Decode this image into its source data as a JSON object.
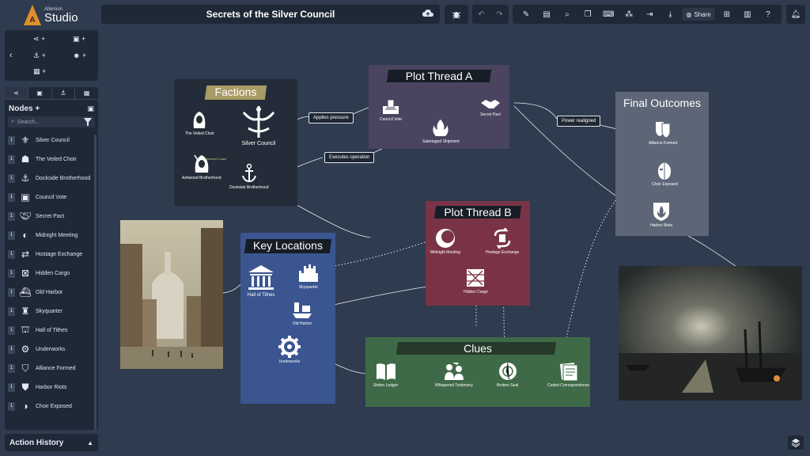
{
  "app": {
    "logo_small": "Allemion",
    "logo_main": "Studio",
    "logo_letter": "A"
  },
  "header": {
    "title": "Secrets of the Silver Council",
    "share_label": "Share"
  },
  "sidebar": {
    "tabs_heading": "Nodes",
    "search_placeholder": "Search...",
    "items": [
      {
        "count": "1",
        "label": "Silver Council",
        "icon": "silver-council-icon"
      },
      {
        "count": "1",
        "label": "The Veiled Choir",
        "icon": "hooded-figure-icon"
      },
      {
        "count": "1",
        "label": "Dockside Brotherhood",
        "icon": "anchor-icon"
      },
      {
        "count": "1",
        "label": "Council Vote",
        "icon": "ballot-icon"
      },
      {
        "count": "1",
        "label": "Secret Pact",
        "icon": "handshake-icon"
      },
      {
        "count": "1",
        "label": "Midnight Meeting",
        "icon": "crescent-moon-icon"
      },
      {
        "count": "1",
        "label": "Hostage Exchange",
        "icon": "exchange-icon"
      },
      {
        "count": "1",
        "label": "Hidden Cargo",
        "icon": "crate-icon"
      },
      {
        "count": "1",
        "label": "Old Harbor",
        "icon": "harbor-icon"
      },
      {
        "count": "1",
        "label": "Skyquarter",
        "icon": "castle-icon"
      },
      {
        "count": "1",
        "label": "Hall of Tithes",
        "icon": "temple-icon"
      },
      {
        "count": "1",
        "label": "Underworks",
        "icon": "gear-icon"
      },
      {
        "count": "1",
        "label": "Alliance Formed",
        "icon": "shields-icon"
      },
      {
        "count": "1",
        "label": "Harbor Riots",
        "icon": "fire-shield-icon"
      },
      {
        "count": "1",
        "label": "Choir Exposed",
        "icon": "mask-icon"
      }
    ],
    "history_label": "Action History"
  },
  "canvas": {
    "groups": {
      "factions": "Factions",
      "plot_a": "Plot Thread A",
      "plot_b": "Plot Thread B",
      "locations": "Key Locations",
      "clues": "Clues",
      "outcomes": "Final Outcomes"
    },
    "nodes": {
      "veiled_choir": "The Veiled Choir",
      "silver_council": "Silver Council",
      "ashwood": "Ashwood Brotherhood",
      "ashwood_tag": "Ashwood Coast",
      "dockside": "Dockside Brotherhood",
      "council_vote": "Council Vote",
      "secret_pact": "Secret Pact",
      "sabotaged_shipment": "Sabotaged Shipment",
      "midnight_meeting": "Midnight Meeting",
      "hostage_exchange": "Hostage Exchange",
      "hidden_cargo": "Hidden Cargo",
      "hall_of_tithes": "Hall of Tithes",
      "skyquarter": "Skyquarter",
      "old_harbor": "Old Harbor",
      "underworks": "Underworks",
      "stolen_ledger": "Stolen Ledger",
      "whispered_testimony": "Whispered Testimony",
      "broken_seal": "Broken Seal",
      "coded_correspondence": "Coded Correspondence",
      "alliance_formed": "Alliance Formed",
      "choir_exposed": "Choir Exposed",
      "harbor_riots": "Harbor Riots"
    },
    "edge_labels": {
      "applies_pressure": "Applies pressure",
      "executes_operation": "Executes operation",
      "power_realigned": "Power realigned"
    }
  },
  "colors": {
    "canvas_bg": "#2f3b4f",
    "factions_bg": "#232c38",
    "plot_a_bg": "#4a4460",
    "plot_b_bg": "#7a3346",
    "locations_bg": "#3a5590",
    "clues_bg": "#3f6a47",
    "outcomes_bg": "#5d6677",
    "accent": "#e0902a"
  }
}
